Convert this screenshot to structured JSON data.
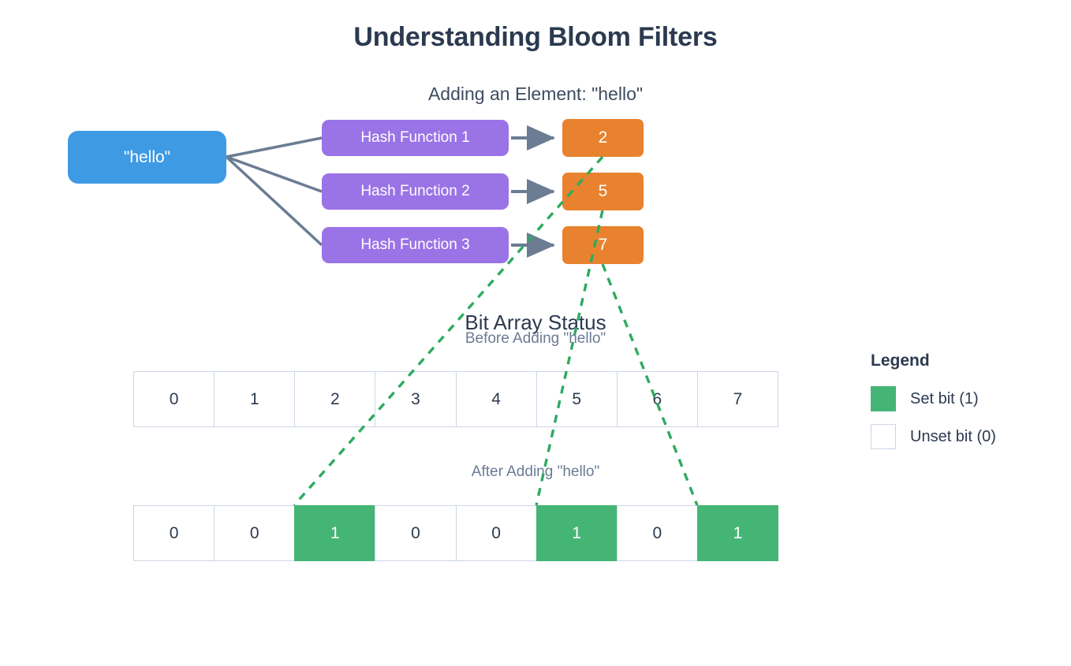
{
  "title": "Understanding Bloom Filters",
  "flow": {
    "subtitle": "Adding an Element: \"hello\"",
    "input_node": "\"hello\"",
    "hash_nodes": [
      {
        "label": "Hash Function 1",
        "output": "2"
      },
      {
        "label": "Hash Function 2",
        "output": "5"
      },
      {
        "label": "Hash Function 3",
        "output": "7"
      }
    ]
  },
  "bit_array": {
    "title": "Bit Array Status",
    "before_label": "Before Adding \"hello\"",
    "after_label": "After Adding \"hello\"",
    "indices": [
      "0",
      "1",
      "2",
      "3",
      "4",
      "5",
      "6",
      "7"
    ],
    "before_values": [
      "0",
      "1",
      "2",
      "3",
      "4",
      "5",
      "6",
      "7"
    ],
    "after_values": [
      "0",
      "0",
      "1",
      "0",
      "0",
      "1",
      "0",
      "1"
    ],
    "set_positions": [
      2,
      5,
      7
    ]
  },
  "legend": {
    "title": "Legend",
    "items": [
      {
        "label": "Set bit (1)",
        "swatch": "set"
      },
      {
        "label": "Unset bit (0)",
        "swatch": "unset"
      }
    ]
  },
  "colors": {
    "input": "#3f9ae4",
    "hash": "#9a73e6",
    "output": "#e8822e",
    "set_bit": "#45b575",
    "connector": "#6b7c93",
    "dashed": "#2eaa61",
    "cell_border": "#ccd6e5",
    "title_text": "#2c3a50",
    "muted_text": "#6b7b95"
  }
}
